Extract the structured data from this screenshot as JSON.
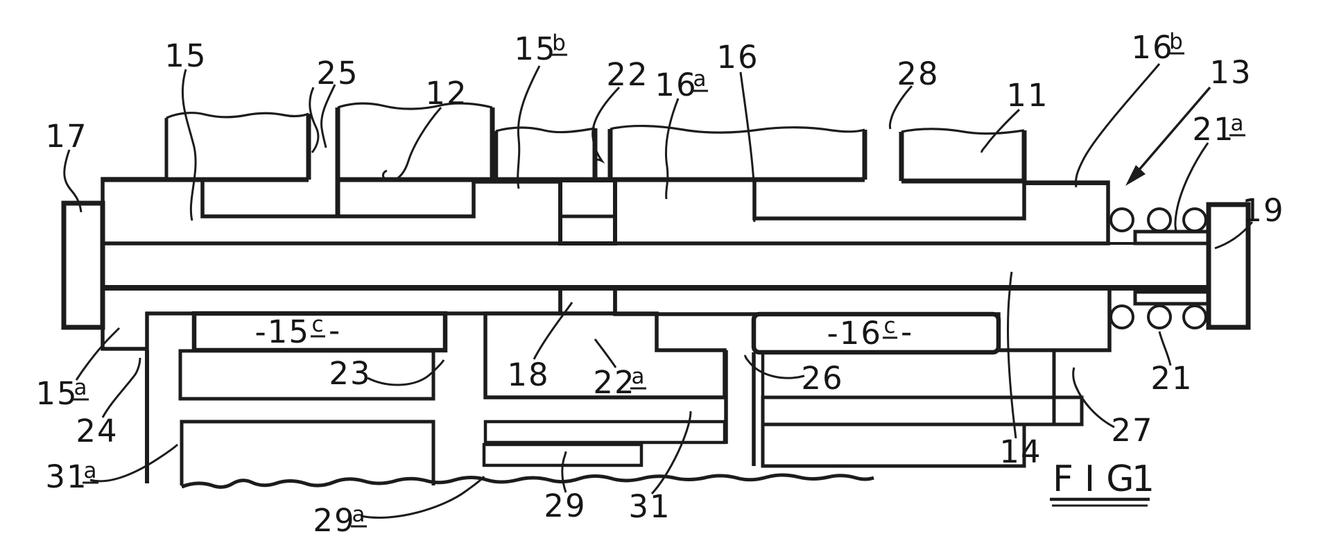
{
  "figure": {
    "caption": {
      "word": "FIG",
      "number": "1"
    },
    "ink_color": "#1c1c1c",
    "paper_color": "#ffffff"
  },
  "labels": {
    "l17": {
      "main": "17"
    },
    "l15": {
      "main": "15"
    },
    "l25": {
      "main": "25"
    },
    "l12": {
      "main": "12"
    },
    "l15b": {
      "main": "15",
      "sup": "b"
    },
    "l22": {
      "main": "22"
    },
    "l16a": {
      "main": "16",
      "sup": "a"
    },
    "l16": {
      "main": "16"
    },
    "l28": {
      "main": "28"
    },
    "l11": {
      "main": "11"
    },
    "l16b": {
      "main": "16",
      "sup": "b"
    },
    "l13": {
      "main": "13"
    },
    "l21a": {
      "main": "21",
      "sup": "a"
    },
    "l19": {
      "main": "19"
    },
    "l21": {
      "main": "21"
    },
    "l27": {
      "main": "27"
    },
    "l14": {
      "main": "14"
    },
    "l26": {
      "main": "26"
    },
    "l22a": {
      "main": "22",
      "sup": "a"
    },
    "l18": {
      "main": "18"
    },
    "l23": {
      "main": "23"
    },
    "l29": {
      "main": "29"
    },
    "l31": {
      "main": "31"
    },
    "l24": {
      "main": "24"
    },
    "l15a": {
      "main": "15",
      "sup": "a"
    },
    "l31a": {
      "main": "31",
      "sup": "a"
    },
    "l29a": {
      "main": "29",
      "sup": "a"
    },
    "l15c": {
      "main": "-15",
      "sup": "c",
      "post": "-"
    },
    "l16c": {
      "main": "-16",
      "sup": "c",
      "post": "-"
    }
  }
}
